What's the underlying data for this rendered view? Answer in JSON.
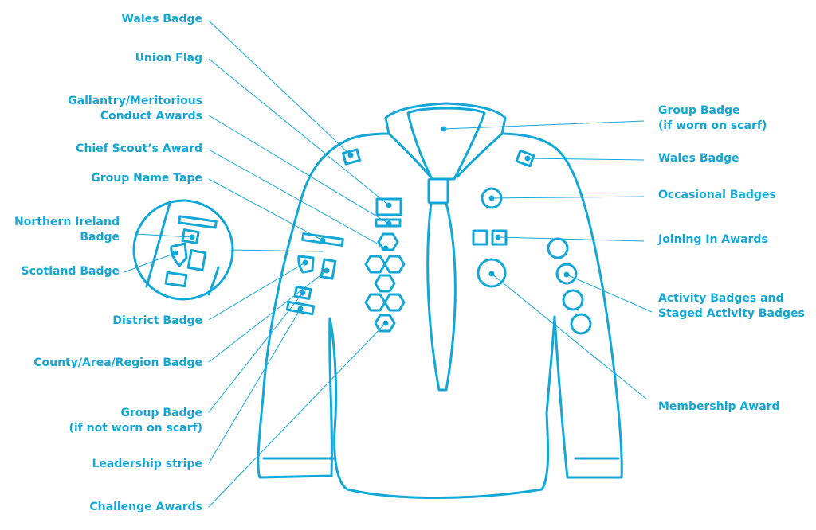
{
  "colors": {
    "accent": "#12a7d6",
    "background": "#ffffff"
  },
  "labels_left": {
    "wales_badge": "Wales Badge",
    "union_flag": "Union Flag",
    "gallantry_line1": "Gallantry/Meritorious",
    "gallantry_line2": "Conduct Awards",
    "chief_scouts_award": "Chief Scout’s Award",
    "group_name_tape": "Group Name Tape",
    "northern_ireland_line1": "Northern Ireland",
    "northern_ireland_line2": "Badge",
    "scotland_badge": "Scotland Badge",
    "district_badge": "District Badge",
    "county_badge": "County/Area/Region Badge",
    "group_badge_line1": "Group Badge",
    "group_badge_line2": "(if not worn on scarf)",
    "leadership_stripe": "Leadership stripe",
    "challenge_awards": "Challenge Awards"
  },
  "labels_right": {
    "group_badge_scarf_line1": "Group Badge",
    "group_badge_scarf_line2": "(if worn on scarf)",
    "wales_badge": "Wales Badge",
    "occasional_badges": "Occasional Badges",
    "joining_in_awards": "Joining In Awards",
    "activity_line1": "Activity Badges and",
    "activity_line2": "Staged Activity Badges",
    "membership_award": "Membership Award"
  }
}
